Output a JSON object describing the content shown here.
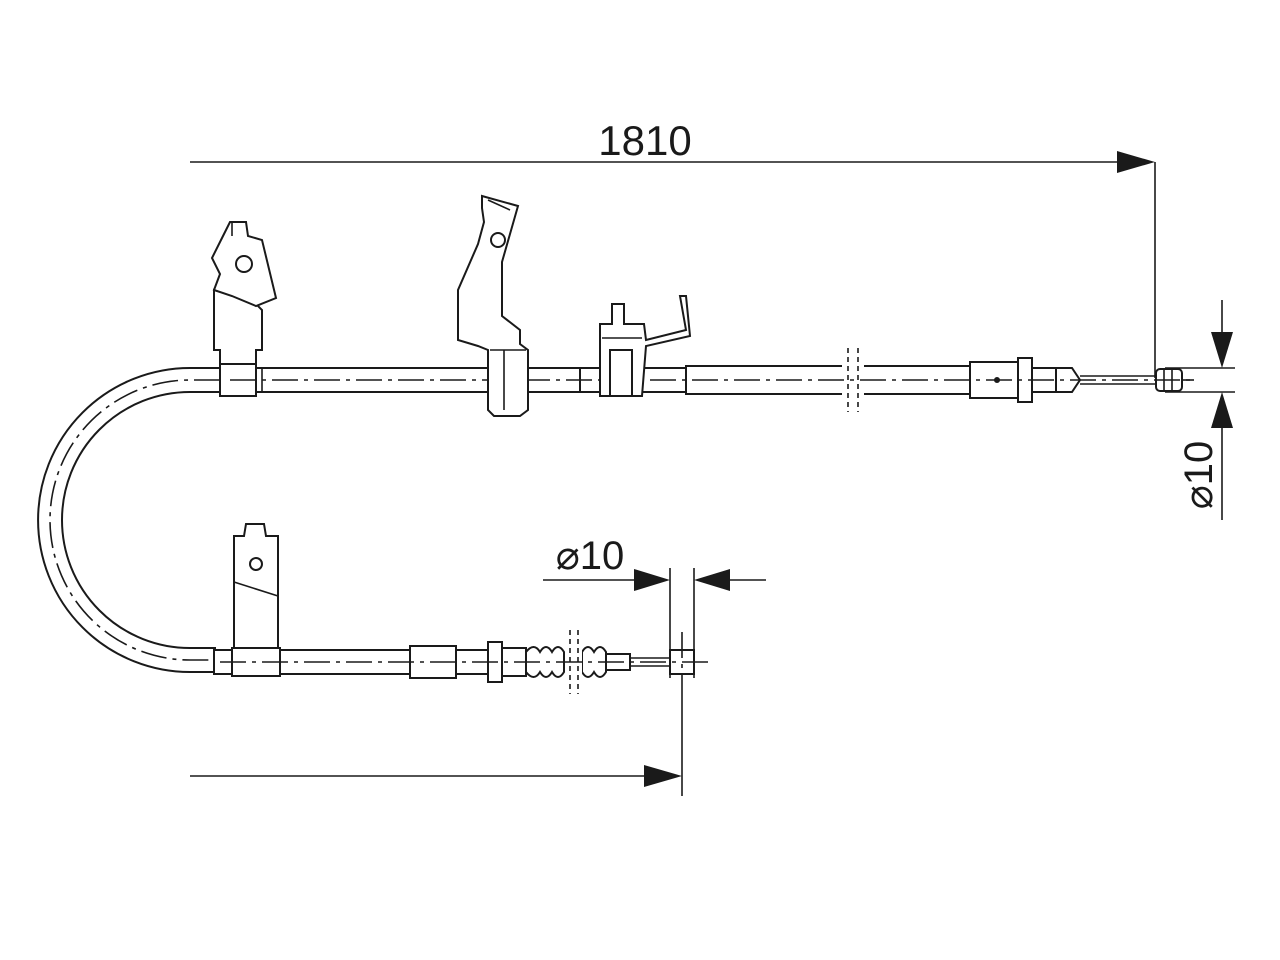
{
  "dimensions": {
    "length_label": "1810",
    "diameter_right_label": "⌀10",
    "diameter_bottom_label": "⌀10"
  }
}
